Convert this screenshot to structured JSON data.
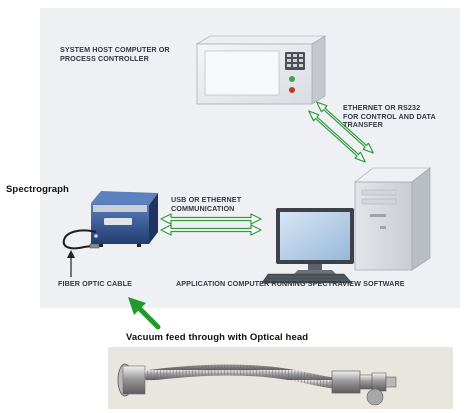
{
  "labels": {
    "host": "SYSTEM HOST COMPUTER OR\nPROCESS CONTROLLER",
    "ethernet": "ETHERNET OR RS232\nFOR CONTROL AND DATA\nTRANSFER",
    "spectrograph": "Spectrograph",
    "usb": "USB OR ETHERNET\nCOMMUNICATION",
    "fiber": "FIBER OPTIC CABLE",
    "app": "APPLICATION COMPUTER RUNNING SPECTRAVIEW SOFTWARE",
    "vacuum": "Vacuum feed through with Optical head"
  },
  "colors": {
    "arrow_outline": "#2f9a3a",
    "arrow_fill": "#ffffff",
    "pointer_arrow": "#1f9a2b",
    "panel": "#eef0f3",
    "spectrograph_blue": "#2f4e86",
    "monitor_screen": "#a8c6e4"
  }
}
